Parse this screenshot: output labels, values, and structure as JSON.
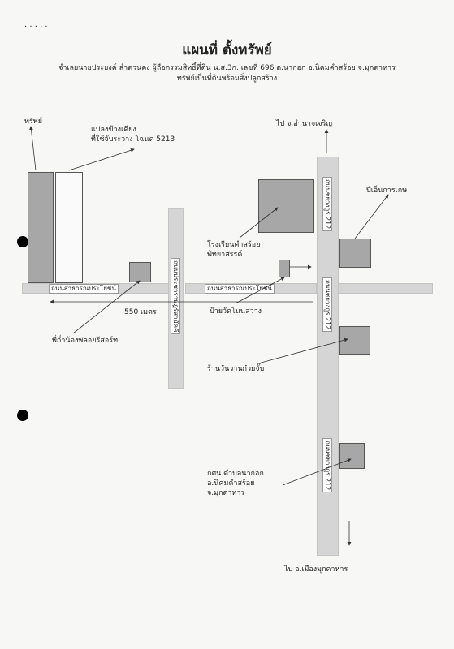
{
  "title": "แผนที่ ตั้งทรัพย์",
  "subtitle_1": "จำเลยนายประยงค์ ลำดวนคง  ผู้ถือกรรมสิทธิ์ที่ดิน น.ส.3ก. เลขที่ 696 ต.นากอก อ.นิคมคำสร้อย จ.มุกดาหาร",
  "subtitle_2": "ทรัพย์เป็นที่ดินพร้อมสิ่งปลูกสร้าง",
  "header_marks": "· ·   · · ·",
  "labels": {
    "property": "ทรัพย์",
    "neighbor_plot": "แปลงข้างเคียง\nที่ใช้จับระวาง โฉนด 5213",
    "to_amnat": "ไป จ.อำนาจเจริญ",
    "ptt": "ปีเอ็นการเกษ",
    "school": "โรงเรียนคำสร้อย\nพิทยาสรรค์",
    "sign_nonsawang": "ป้ายวัดโนนสว่าง",
    "distance": "550 เมตร",
    "relative_house": "พี่ก่ำน้องพลอยรีสอร์ท",
    "noodle_shop": "ร้านวันวานก๋วยจั๊บ",
    "police": "กศน.ตำบลนากอก\nอ.นิคมคำสร้อย\nจ.มุกดาหาร",
    "to_mukdahan": "ไป อ.เมืองมุกดาหาร"
  },
  "roads": {
    "public_road_left": "ถนนสาธารณประโยชน์",
    "public_road_right": "ถนนสาธารณประโยชน์",
    "side_road": "ถนนประชาราษฎร์สามัคคี",
    "highway_top": "ถนนชยางกูร 212",
    "highway_mid": "ถนนชยางกูร 212",
    "highway_bottom": "ถนนชยางกูร 212"
  },
  "colors": {
    "road": "#d5d5d5",
    "building": "#a7a7a7",
    "background": "#f7f7f5"
  }
}
